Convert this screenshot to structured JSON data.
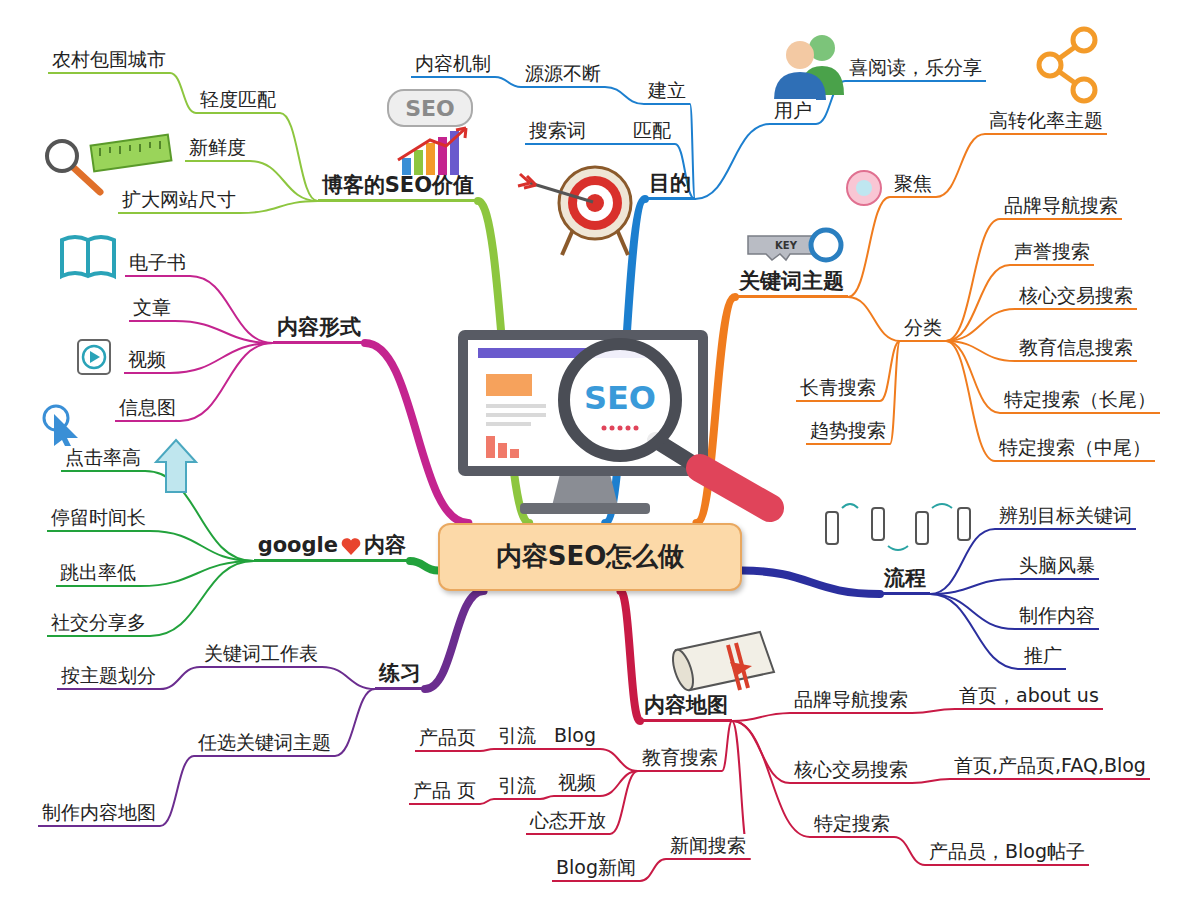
{
  "diagram": {
    "nodes": [
      {
        "text": [
          "内容SEO怎么做"
        ]
      },
      {
        "text": [
          "目的"
        ]
      },
      {
        "text": [
          "建立"
        ]
      },
      {
        "text": [
          "源源不断"
        ]
      },
      {
        "text": [
          "内容机制"
        ]
      },
      {
        "text": [
          "匹配"
        ]
      },
      {
        "text": [
          "搜索词"
        ]
      },
      {
        "text": [
          "用户"
        ]
      },
      {
        "text": [
          "喜阅读，乐分享"
        ]
      },
      {
        "text": [
          "关键词主题"
        ]
      },
      {
        "text": [
          "聚焦"
        ]
      },
      {
        "text": [
          "高转化率主题"
        ]
      },
      {
        "text": [
          "分类"
        ]
      },
      {
        "text": [
          "品牌导航搜索"
        ]
      },
      {
        "text": [
          "声誉搜索"
        ]
      },
      {
        "text": [
          "核心交易搜索"
        ]
      },
      {
        "text": [
          "教育信息搜索"
        ]
      },
      {
        "text": [
          "特定搜索（长尾）"
        ]
      },
      {
        "text": [
          "特定搜索（中尾）"
        ]
      },
      {
        "text": [
          "长青搜索"
        ]
      },
      {
        "text": [
          "趋势搜索"
        ]
      },
      {
        "text": [
          "流程"
        ]
      },
      {
        "text": [
          "辨别目标关键词"
        ]
      },
      {
        "text": [
          "头脑风暴"
        ]
      },
      {
        "text": [
          "制作内容"
        ]
      },
      {
        "text": [
          "推广"
        ]
      },
      {
        "text": [
          "内容地图"
        ]
      },
      {
        "text": [
          "品牌导航搜索"
        ]
      },
      {
        "text": [
          "首页，about us"
        ]
      },
      {
        "text": [
          "核心交易搜索"
        ]
      },
      {
        "text": [
          "首页,产品页,FAQ,Blog"
        ]
      },
      {
        "text": [
          "特定搜索"
        ]
      },
      {
        "text": [
          "产品员，Blog帖子"
        ]
      },
      {
        "text": [
          "教育搜索"
        ]
      },
      {
        "text": [
          "Blog"
        ]
      },
      {
        "text": [
          "引流"
        ]
      },
      {
        "text": [
          "产品页"
        ]
      },
      {
        "text": [
          "视频"
        ]
      },
      {
        "text": [
          "引流"
        ]
      },
      {
        "text": [
          "产品 页"
        ]
      },
      {
        "text": [
          "心态开放"
        ]
      },
      {
        "text": [
          "新闻搜索"
        ]
      },
      {
        "text": [
          "Blog新闻"
        ]
      },
      {
        "text": [
          "练习"
        ]
      },
      {
        "text": [
          "关键词工作表"
        ]
      },
      {
        "text": [
          "按主题划分"
        ]
      },
      {
        "text": [
          "任选关键词主题"
        ]
      },
      {
        "text": [
          "制作内容地图"
        ]
      },
      {
        "text": [
          "google",
          "内容"
        ]
      },
      {
        "text": [
          "点击率高"
        ]
      },
      {
        "text": [
          "停留时间长"
        ]
      },
      {
        "text": [
          "跳出率低"
        ]
      },
      {
        "text": [
          "社交分享多"
        ]
      },
      {
        "text": [
          "内容形式"
        ]
      },
      {
        "text": [
          "电子书"
        ]
      },
      {
        "text": [
          "文章"
        ]
      },
      {
        "text": [
          "视频"
        ]
      },
      {
        "text": [
          "信息图"
        ]
      },
      {
        "text": [
          "博客的SEO价值"
        ]
      },
      {
        "text": [
          "轻度匹配"
        ]
      },
      {
        "text": [
          "农村包围城市"
        ]
      },
      {
        "text": [
          "新鲜度"
        ]
      },
      {
        "text": [
          "扩大网站尺寸"
        ]
      }
    ],
    "edges": [
      {
        "from": 0,
        "to": 1,
        "arrow": "none"
      },
      {
        "from": 1,
        "to": 2,
        "arrow": "none"
      },
      {
        "from": 2,
        "to": 3,
        "arrow": "none"
      },
      {
        "from": 3,
        "to": 4,
        "arrow": "none"
      },
      {
        "from": 1,
        "to": 5,
        "arrow": "none"
      },
      {
        "from": 5,
        "to": 6,
        "arrow": "none"
      },
      {
        "from": 1,
        "to": 7,
        "arrow": "none"
      },
      {
        "from": 7,
        "to": 8,
        "arrow": "none"
      },
      {
        "from": 0,
        "to": 9,
        "arrow": "none"
      },
      {
        "from": 9,
        "to": 10,
        "arrow": "none"
      },
      {
        "from": 10,
        "to": 11,
        "arrow": "none"
      },
      {
        "from": 9,
        "to": 12,
        "arrow": "none"
      },
      {
        "from": 12,
        "to": 13,
        "arrow": "none"
      },
      {
        "from": 12,
        "to": 14,
        "arrow": "none"
      },
      {
        "from": 12,
        "to": 15,
        "arrow": "none"
      },
      {
        "from": 12,
        "to": 16,
        "arrow": "none"
      },
      {
        "from": 12,
        "to": 17,
        "arrow": "none"
      },
      {
        "from": 12,
        "to": 18,
        "arrow": "none"
      },
      {
        "from": 12,
        "to": 19,
        "arrow": "none"
      },
      {
        "from": 12,
        "to": 20,
        "arrow": "none"
      },
      {
        "from": 0,
        "to": 21,
        "arrow": "none"
      },
      {
        "from": 21,
        "to": 22,
        "arrow": "none"
      },
      {
        "from": 21,
        "to": 23,
        "arrow": "none"
      },
      {
        "from": 21,
        "to": 24,
        "arrow": "none"
      },
      {
        "from": 21,
        "to": 25,
        "arrow": "none"
      },
      {
        "from": 0,
        "to": 26,
        "arrow": "none"
      },
      {
        "from": 26,
        "to": 27,
        "arrow": "none"
      },
      {
        "from": 27,
        "to": 28,
        "arrow": "none"
      },
      {
        "from": 26,
        "to": 29,
        "arrow": "none"
      },
      {
        "from": 29,
        "to": 30,
        "arrow": "none"
      },
      {
        "from": 26,
        "to": 31,
        "arrow": "none"
      },
      {
        "from": 31,
        "to": 32,
        "arrow": "none"
      },
      {
        "from": 26,
        "to": 33,
        "arrow": "none"
      },
      {
        "from": 33,
        "to": 34,
        "arrow": "none"
      },
      {
        "from": 34,
        "to": 35,
        "arrow": "none"
      },
      {
        "from": 35,
        "to": 36,
        "arrow": "none"
      },
      {
        "from": 33,
        "to": 37,
        "arrow": "none"
      },
      {
        "from": 37,
        "to": 38,
        "arrow": "none"
      },
      {
        "from": 38,
        "to": 39,
        "arrow": "none"
      },
      {
        "from": 33,
        "to": 40,
        "arrow": "none"
      },
      {
        "from": 26,
        "to": 41,
        "arrow": "none"
      },
      {
        "from": 41,
        "to": 42,
        "arrow": "none"
      },
      {
        "from": 0,
        "to": 43,
        "arrow": "none"
      },
      {
        "from": 43,
        "to": 44,
        "arrow": "none"
      },
      {
        "from": 44,
        "to": 45,
        "arrow": "none"
      },
      {
        "from": 43,
        "to": 46,
        "arrow": "none"
      },
      {
        "from": 46,
        "to": 47,
        "arrow": "none"
      },
      {
        "from": 0,
        "to": 48,
        "arrow": "none"
      },
      {
        "from": 48,
        "to": 49,
        "arrow": "none"
      },
      {
        "from": 48,
        "to": 50,
        "arrow": "none"
      },
      {
        "from": 48,
        "to": 51,
        "arrow": "none"
      },
      {
        "from": 48,
        "to": 52,
        "arrow": "none"
      },
      {
        "from": 0,
        "to": 53,
        "arrow": "none"
      },
      {
        "from": 53,
        "to": 54,
        "arrow": "none"
      },
      {
        "from": 53,
        "to": 55,
        "arrow": "none"
      },
      {
        "from": 53,
        "to": 56,
        "arrow": "none"
      },
      {
        "from": 53,
        "to": 57,
        "arrow": "none"
      },
      {
        "from": 0,
        "to": 58,
        "arrow": "none"
      },
      {
        "from": 58,
        "to": 59,
        "arrow": "none"
      },
      {
        "from": 59,
        "to": 60,
        "arrow": "none"
      },
      {
        "from": 58,
        "to": 61,
        "arrow": "none"
      },
      {
        "from": 58,
        "to": 62,
        "arrow": "none"
      }
    ],
    "labels": [
      "SEO",
      "SEO",
      "KEY"
    ]
  }
}
